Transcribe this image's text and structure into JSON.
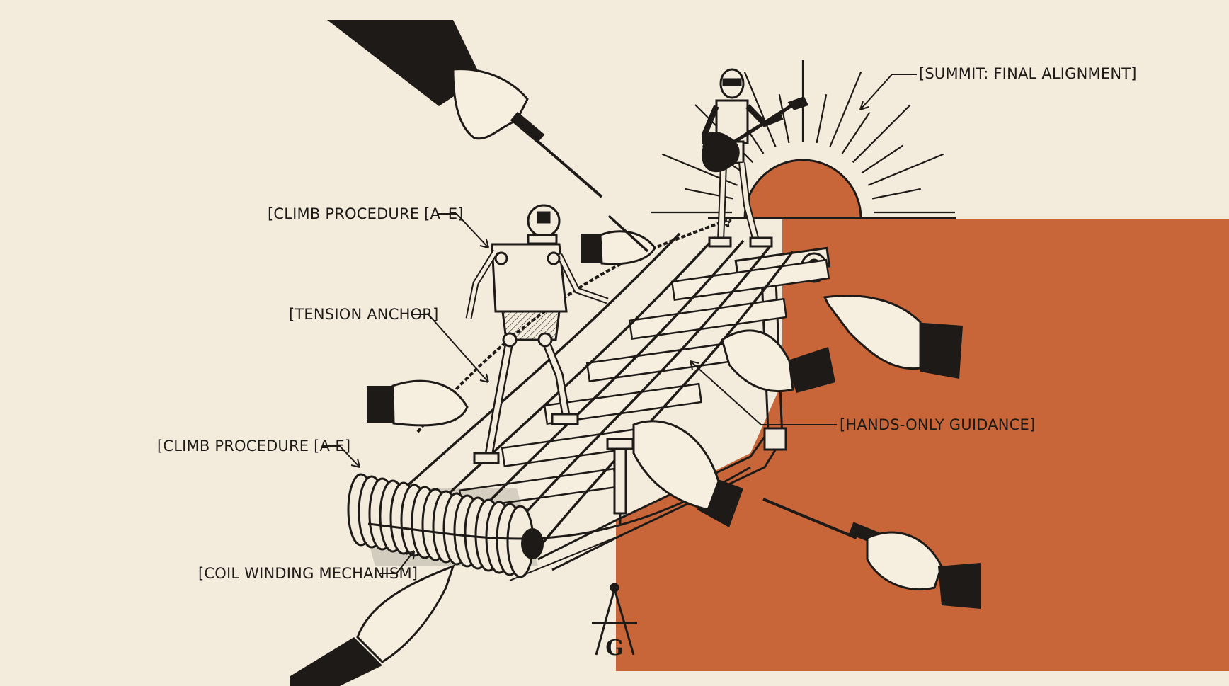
{
  "labels": {
    "summit": "[SUMMIT: FINAL ALIGNMENT]",
    "climb_upper": "[CLIMB PROCEDURE [A–E]",
    "tension": "[TENSION ANCHOR]",
    "guidance": "[HANDS-ONLY GUIDANCE]",
    "climb_lower": "[CLIMB PROCEDURE [A-E]",
    "coil": "[COIL WINDING MECHANISM]"
  },
  "colors": {
    "paper": "#f3ecdc",
    "accent": "#c8663a",
    "ink": "#1e1a17"
  },
  "emblem": {
    "letter": "G",
    "icon": "compass-square-icon"
  }
}
